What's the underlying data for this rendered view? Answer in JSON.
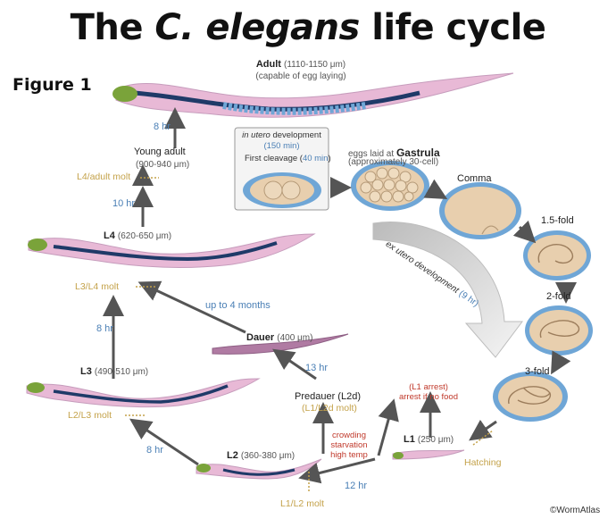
{
  "title": {
    "prefix": "The ",
    "italic": "C. elegans",
    "suffix": " life cycle"
  },
  "figure_label": "Figure 1",
  "stages": {
    "adult": {
      "name": "Adult",
      "size": "(1110-1150 μm)",
      "note": "(capable of egg laying)"
    },
    "young_adult": {
      "name": "Young adult",
      "size": "(900-940 μm)"
    },
    "l4": {
      "name": "L4",
      "size": "(620-650 μm)"
    },
    "l3": {
      "name": "L3",
      "size": "(490-510 μm)"
    },
    "l2": {
      "name": "L2",
      "size": "(360-380 μm)"
    },
    "l1": {
      "name": "L1",
      "size": "(250 μm)"
    },
    "dauer": {
      "name": "Dauer",
      "size": "(400 μm)"
    },
    "predauer": {
      "name": "Predauer (L2d)",
      "sub": "(L1/L2d molt)"
    }
  },
  "in_utero": {
    "title_italic": "in utero",
    "title_rest": " development",
    "duration": "(150 min)",
    "cleavage_label": "First cleavage (",
    "cleavage_time": "40  min",
    "cleavage_end": ")"
  },
  "gastrula": {
    "pre": "eggs laid at ",
    "name": "Gastrula",
    "sub": "(approximately 30-cell)"
  },
  "embryo_stages": {
    "comma": "Comma",
    "fold15": "1.5-fold",
    "fold2": "2-fold",
    "fold3": "3-fold"
  },
  "ex_utero": {
    "label": "ex utero development",
    "duration": "(9 hr)"
  },
  "durations": {
    "l4_adult": "8 hr",
    "ya_l4": "10 hr",
    "l3_l4": "8 hr",
    "l2_l3": "8 hr",
    "l1_l2": "12 hr",
    "predauer_dauer": "13 hr",
    "dauer_l4": "up to 4 months"
  },
  "molts": {
    "l4_adult": "L4/adult molt",
    "l3_l4": "L3/L4 molt",
    "l2_l3": "L2/L3 molt",
    "l1_l2": "L1/L2 molt",
    "hatching": "Hatching"
  },
  "conditions": {
    "l1_arrest_1": "(L1 arrest)",
    "l1_arrest_2": "arrest if no food",
    "dauer_cond_1": "crowding",
    "dauer_cond_2": "starvation",
    "dauer_cond_3": "high temp"
  },
  "credit": "©WormAtlas",
  "colors": {
    "body": "#e8b9d6",
    "gut": "#1f3a68",
    "head": "#7aa33a",
    "egg": "#e8cfae",
    "egg_border": "#6fa6d6",
    "arrow": "#555555",
    "blue_text": "#4a7fb5",
    "molt_text": "#c4a24a",
    "red_text": "#c0392b"
  }
}
